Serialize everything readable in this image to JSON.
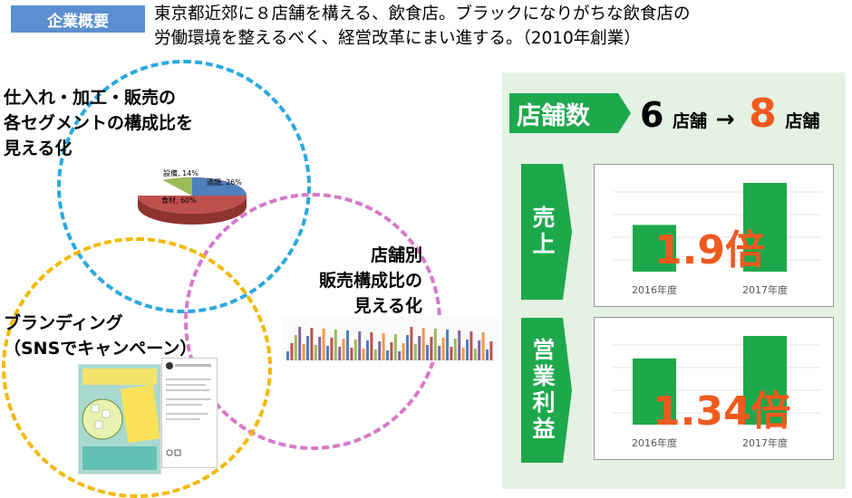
{
  "header": {
    "badge": "企業概要",
    "description_line1": "東京都近郊に８店舗を構える、飲食店。ブラックになりがちな飲食店の",
    "description_line2": "労働環境を整えるべく、経営改革にまい進する。（2010年創業）"
  },
  "labels": {
    "segment_line1": "仕入れ・加工・販売の",
    "segment_line2": "各セグメントの構成比を",
    "segment_line3": "見える化",
    "store_line1": "店舗別",
    "store_line2": "販売構成比の",
    "store_line3": "見える化",
    "brand_line1": "ブランディング",
    "brand_line2": "（SNSでキャンペーン）"
  },
  "pie": {
    "slices": [
      {
        "label": "酒類, 26%",
        "value": 26,
        "color": "#4f7fbf"
      },
      {
        "label": "食材, 60%",
        "value": 60,
        "color": "#c0504d"
      },
      {
        "label": "設備, 14%",
        "value": 14,
        "color": "#9bbb59"
      }
    ]
  },
  "stores": {
    "tag": "店舗数",
    "from": "6",
    "to": "8",
    "unit": "店舗",
    "arrow": "→"
  },
  "chart_data": [
    {
      "type": "bar",
      "label": "売上",
      "categories": [
        "2016年度",
        "2017年度"
      ],
      "values": [
        1,
        1.9
      ],
      "ratio_text": "1.9倍",
      "color": "#1ea84c"
    },
    {
      "type": "bar",
      "label": "営業利益",
      "categories": [
        "2016年度",
        "2017年度"
      ],
      "values": [
        1,
        1.34
      ],
      "ratio_text": "1.34倍",
      "color": "#1ea84c"
    }
  ]
}
